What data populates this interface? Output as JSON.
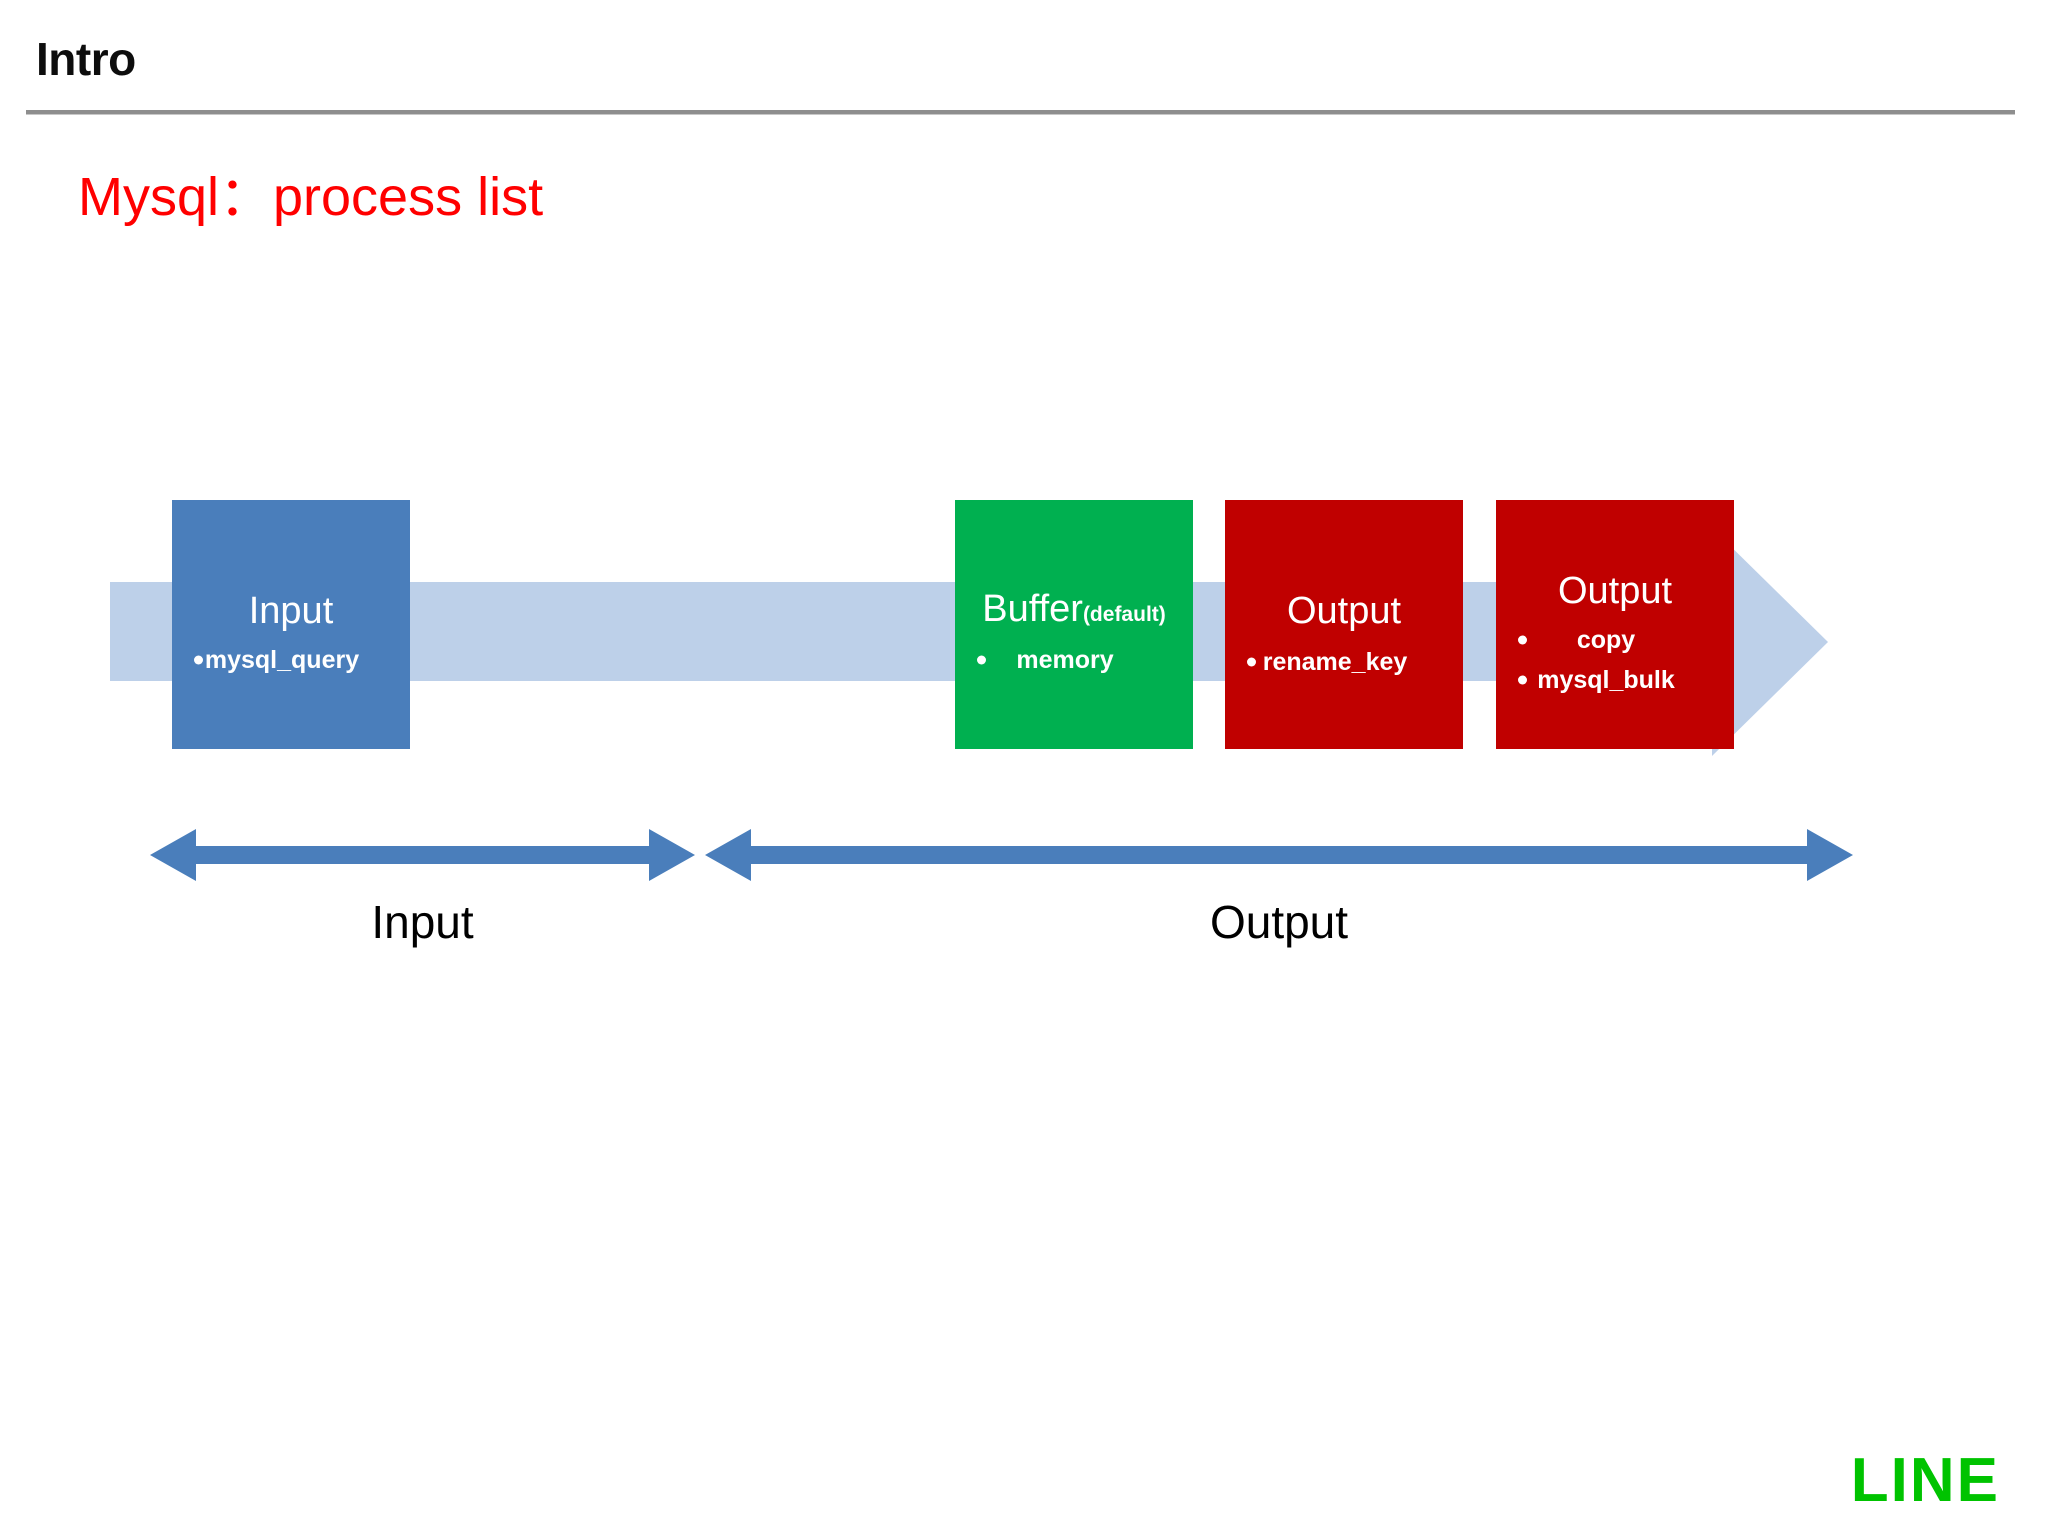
{
  "header": {
    "title": "Intro"
  },
  "subtitle": "Mysql：process list",
  "diagram": {
    "type": "pipeline",
    "background_arrow": {
      "name": "flow-arrow",
      "color": "#bdd0e9",
      "direction": "right"
    },
    "stages": [
      {
        "id": "input",
        "title": "Input",
        "title_suffix": "",
        "bullets": [
          "mysql_query"
        ],
        "color": "#4a7ebb"
      },
      {
        "id": "buffer",
        "title": "Buffer",
        "title_suffix": "(default)",
        "bullets": [
          "memory"
        ],
        "color": "#00b050"
      },
      {
        "id": "output1",
        "title": "Output",
        "title_suffix": "",
        "bullets": [
          "rename_key"
        ],
        "color": "#c00000"
      },
      {
        "id": "output2",
        "title": "Output",
        "title_suffix": "",
        "bullets": [
          "copy",
          "mysql_bulk"
        ],
        "color": "#c00000"
      }
    ],
    "spans": [
      {
        "id": "input-span",
        "label": "Input",
        "color": "#4a7ebb"
      },
      {
        "id": "output-span",
        "label": "Output",
        "color": "#4a7ebb"
      }
    ]
  },
  "footer": {
    "logo_text": "LINE",
    "logo_color": "#00c300"
  }
}
